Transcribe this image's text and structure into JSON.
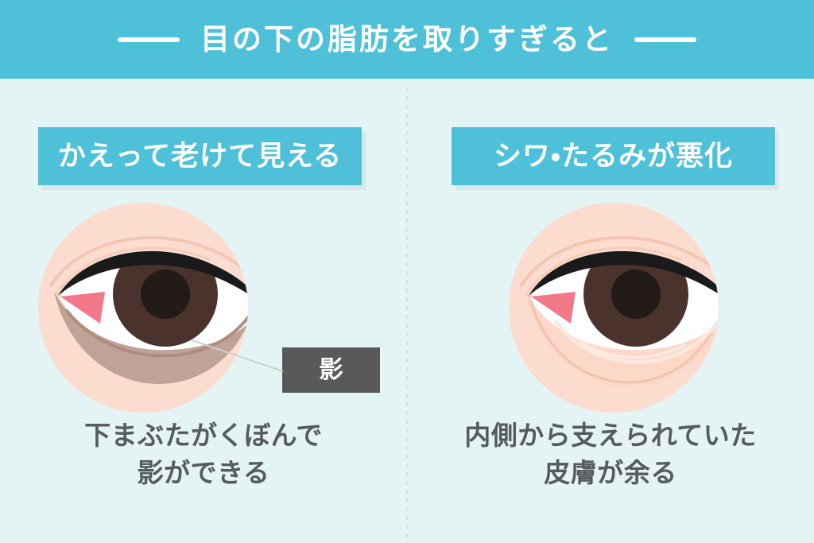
{
  "header": {
    "title": "目の下の脂肪を取りすぎると",
    "band_color": "#4ec1d8",
    "rule_left": "decorative-dash",
    "rule_right": "decorative-dash"
  },
  "background_color": "#e4f3f4",
  "panels": [
    {
      "id": "left",
      "chip_label": "かえって老けて見える",
      "chip_color": "#4ec1d8",
      "illustration": "eye-with-hollow-under-eye-shadow",
      "callout": {
        "label": "影",
        "box_color": "#595959",
        "text_color": "#ffffff"
      },
      "caption_lines": [
        "下まぶたがくぼんで",
        "影ができる"
      ]
    },
    {
      "id": "right",
      "chip_label": "シワ・たるみが悪化",
      "chip_color": "#4ec1d8",
      "illustration": "eye-with-sagging-under-eye-skin",
      "callout": null,
      "caption_lines": [
        "内側から支えられていた",
        "皮膚が余る"
      ]
    }
  ],
  "colors": {
    "accent": "#4ec1d8",
    "background": "#e4f3f4",
    "caption_text": "#565b5e",
    "skin": "#fcdcce",
    "skin_shade": "#f7cdbb",
    "under_eye_shadow": "#bfa396",
    "sclera": "#ffffff",
    "iris": "#4a332c",
    "pupil": "#231b18",
    "caruncle": "#f2798a",
    "lash_line": "#1a1a1a",
    "divider": "#cfe2e4",
    "callout_box": "#595959"
  }
}
